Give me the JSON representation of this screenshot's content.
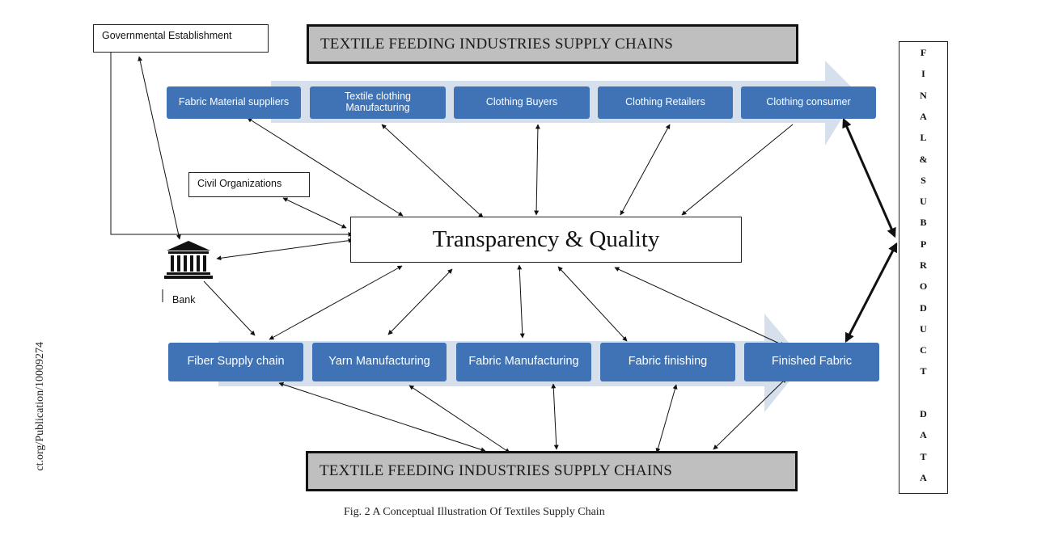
{
  "diagram": {
    "top_banner": "TEXTILE FEEDING INDUSTRIES SUPPLY CHAINS",
    "bottom_banner": "TEXTILE FEEDING INDUSTRIES SUPPLY CHAINS",
    "governmental": "Governmental Establishment",
    "civil": "Civil Organizations",
    "bank": "Bank",
    "center": "Transparency & Quality",
    "top_chain": [
      "Fabric Material suppliers",
      "Textile clothing Manufacturing",
      "Clothing Buyers",
      "Clothing Retailers",
      "Clothing consumer"
    ],
    "bottom_chain": [
      "Fiber Supply chain",
      "Yarn Manufacturing",
      "Fabric Manufacturing",
      "Fabric finishing",
      "Finished Fabric"
    ],
    "vertical_text": [
      "F",
      "I",
      "N",
      "A",
      "L",
      "&",
      "S",
      "U",
      "B",
      "P",
      "R",
      "O",
      "D",
      "U",
      "C",
      "T",
      "",
      "D",
      "A",
      "T",
      "A"
    ],
    "caption": "Fig. 2 A Conceptual Illustration Of Textiles Supply Chain",
    "side_text": "ct.org/Publication/10009274",
    "icons": {
      "bank": "bank-building-icon"
    },
    "colors": {
      "chain_box": "#3f73b6",
      "chain_arrow": "#d6dfec",
      "banner": "#bfbfbf"
    }
  }
}
